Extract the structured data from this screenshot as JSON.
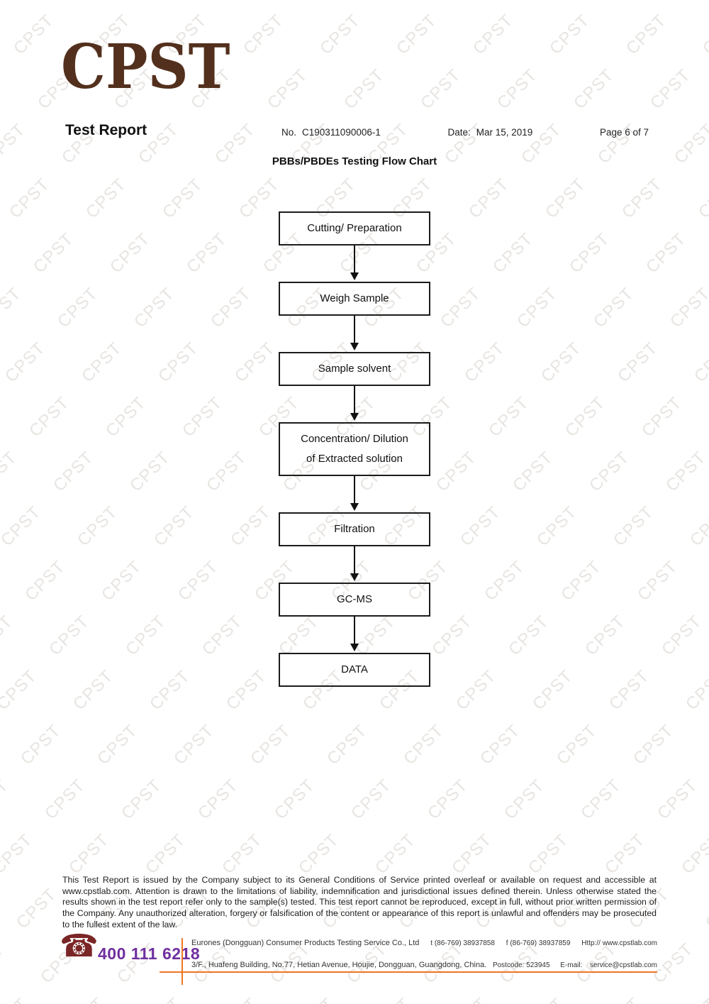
{
  "watermark": {
    "text": "CPST",
    "color": "#e8e5e2"
  },
  "logo": {
    "text": "CPST"
  },
  "header": {
    "report_title": "Test Report",
    "no_label": "No.",
    "report_no": "C190311090006-1",
    "date_label": "Date:",
    "date_value": "Mar 15, 2019",
    "page_info": "Page 6 of 7"
  },
  "flowchart": {
    "title": "PBBs/PBDEs Testing Flow Chart",
    "steps": [
      {
        "lines": [
          "Cutting/ Preparation"
        ]
      },
      {
        "lines": [
          "Weigh Sample"
        ]
      },
      {
        "lines": [
          "Sample solvent"
        ]
      },
      {
        "lines": [
          "Concentration/ Dilution",
          "of Extracted solution"
        ]
      },
      {
        "lines": [
          "Filtration"
        ]
      },
      {
        "lines": [
          "GC-MS"
        ]
      },
      {
        "lines": [
          "DATA"
        ]
      }
    ]
  },
  "disclaimer": "This Test Report is issued by the Company subject to its General Conditions of Service printed overleaf or available on request and accessible at www.cpstlab.com. Attention is drawn to the limitations of liability, indemnification and jurisdictional issues defined therein. Unless otherwise stated the results shown in the test report refer only to the sample(s) tested. This test report cannot be reproduced, except in full, without prior written permission of the Company. Any unauthorized alteration, forgery or falsification of the content or appearance of this report is unlawful and offenders may be prosecuted to the fullest extent of the law.",
  "footer": {
    "hotline": "400 111 6218",
    "phone_icon": "phone-icon",
    "company_name": "Eurones (Dongguan) Consumer Products Testing Service Co., Ltd",
    "tel": "t (86-769) 38937858",
    "fax": "f (86-769) 38937859",
    "website": "Http:// www.cpstlab.com",
    "address": "3/F., Huafeng Building, No.77, Hetian Avenue, Houjie, Dongguan, Guangdong, China.",
    "postcode": "Postcode: 523945",
    "email_label": "E-mail:",
    "email": "service@cpstlab.com"
  },
  "colors": {
    "logo_brown": "#53301d",
    "accent_orange": "#ee7623",
    "phone_purple": "#7030a0",
    "icon_maroon": "#7b2626"
  }
}
